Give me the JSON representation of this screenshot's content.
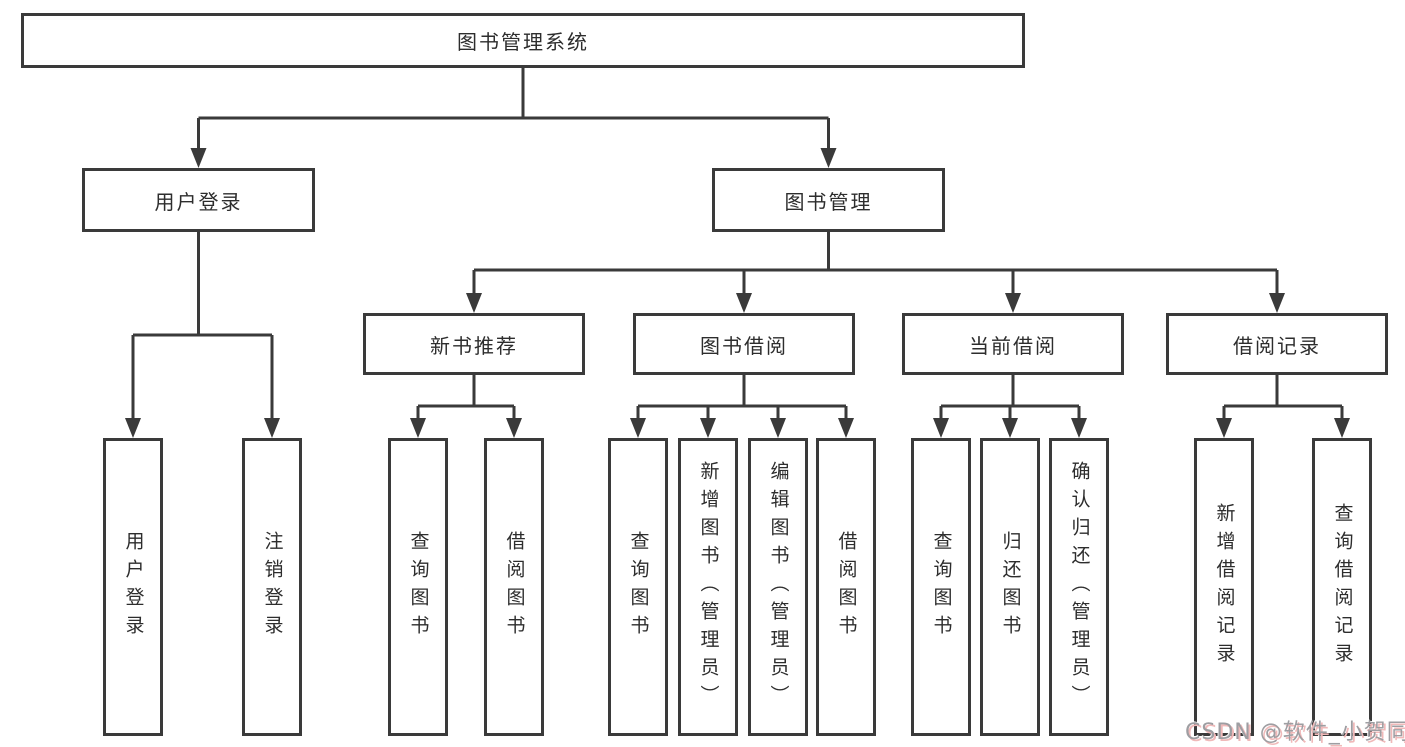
{
  "diagram": {
    "type": "hierarchy-tree",
    "root": "图书管理系统",
    "level2": {
      "user_login": "用户登录",
      "book_mgmt": "图书管理"
    },
    "level3": {
      "new_books": "新书推荐",
      "borrowing": "图书借阅",
      "current": "当前借阅",
      "records": "借阅记录"
    },
    "leaves": {
      "user_login": "用户登录",
      "logout": "注销登录",
      "nb_query": "查询图书",
      "nb_borrow": "借阅图书",
      "bb_query": "查询图书",
      "bb_add": "新增图书（管理员）",
      "bb_edit": "编辑图书（管理员）",
      "bb_borrow": "借阅图书",
      "cb_query": "查询图书",
      "cb_return": "归还图书",
      "cb_confirm": "确认归还（管理员）",
      "br_add": "新增借阅记录",
      "br_query": "查询借阅记录"
    }
  },
  "watermark": "CSDN @软件_小贺同学",
  "colors": {
    "line": "#3a3a3a",
    "text": "#2d2d2d",
    "background": "#ffffff",
    "watermark": "#9e9ea2",
    "watermark_shadow": "#f0b9b9"
  }
}
